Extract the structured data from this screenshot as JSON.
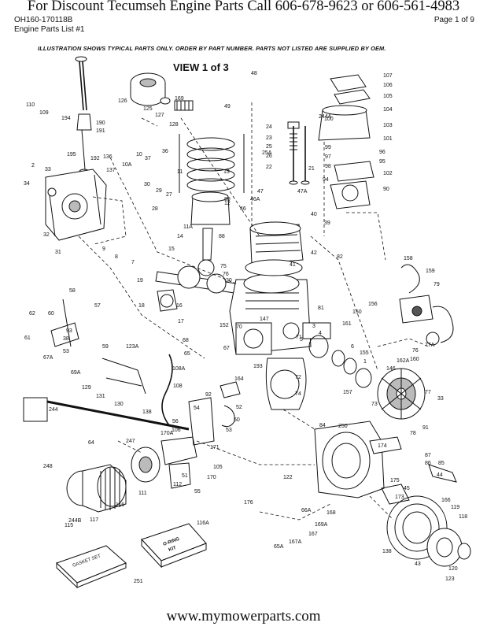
{
  "header": {
    "title": "For  Discount Tecumseh Engine Parts Call 606-678-9623 or 606-561-4983",
    "doc_id": "OH160-170118B",
    "subtitle": "Engine Parts List #1",
    "page": "Page 1 of 9"
  },
  "diagram": {
    "notice": "ILLUSTRATION SHOWS TYPICAL PARTS ONLY. ORDER BY PART NUMBER. PARTS NOT LISTED ARE SUPPLIED BY OEM.",
    "view_title": "VIEW 1 of 3",
    "kit_labels": {
      "gasket_set": "GASKET SET",
      "oring_kit_line1": "O-RING",
      "oring_kit_line2": "KIT"
    },
    "part_numbers": [
      "107",
      "106",
      "105",
      "104",
      "103",
      "101",
      "100",
      "96",
      "95",
      "102",
      "90",
      "99",
      "97",
      "98",
      "94",
      "24",
      "23",
      "25",
      "26",
      "25A",
      "22",
      "21",
      "48",
      "49",
      "169",
      "126",
      "125",
      "127",
      "128",
      "110",
      "109",
      "194",
      "190",
      "191",
      "195",
      "192",
      "136",
      "137",
      "10",
      "10A",
      "37",
      "36",
      "30",
      "29",
      "27",
      "28",
      "12",
      "11",
      "13",
      "11A",
      "2",
      "33",
      "34",
      "32",
      "31",
      "9",
      "8",
      "7",
      "14",
      "15",
      "18",
      "16",
      "17",
      "19",
      "20",
      "75",
      "76",
      "88",
      "89",
      "46",
      "47",
      "46A",
      "47A",
      "40",
      "39",
      "42",
      "41",
      "82",
      "81",
      "158",
      "159",
      "79",
      "58",
      "57",
      "62",
      "60",
      "93",
      "59",
      "61",
      "38",
      "53",
      "67A",
      "69A",
      "123A",
      "129",
      "131",
      "130",
      "138",
      "108A",
      "108",
      "68",
      "67",
      "65",
      "164",
      "193",
      "72",
      "74",
      "71",
      "3",
      "4",
      "5",
      "6",
      "155",
      "156",
      "150",
      "161",
      "160",
      "162A",
      "77A",
      "152",
      "70",
      "1",
      "157",
      "146",
      "147",
      "76",
      "77",
      "73",
      "33",
      "78",
      "91",
      "92",
      "50",
      "51",
      "52",
      "53",
      "54",
      "55",
      "56",
      "106",
      "105",
      "170",
      "170A",
      "247",
      "111",
      "112",
      "171",
      "64",
      "174",
      "244",
      "248",
      "244B",
      "116",
      "115",
      "117",
      "116A",
      "251",
      "250",
      "84",
      "87",
      "86",
      "85",
      "44",
      "45",
      "175",
      "173",
      "176",
      "169A",
      "168",
      "167",
      "167A",
      "65A",
      "66A",
      "166",
      "119",
      "118",
      "138",
      "43",
      "120",
      "123",
      "122",
      "244A",
      "100A"
    ]
  },
  "footer": {
    "url": "www.mymowerparts.com"
  }
}
